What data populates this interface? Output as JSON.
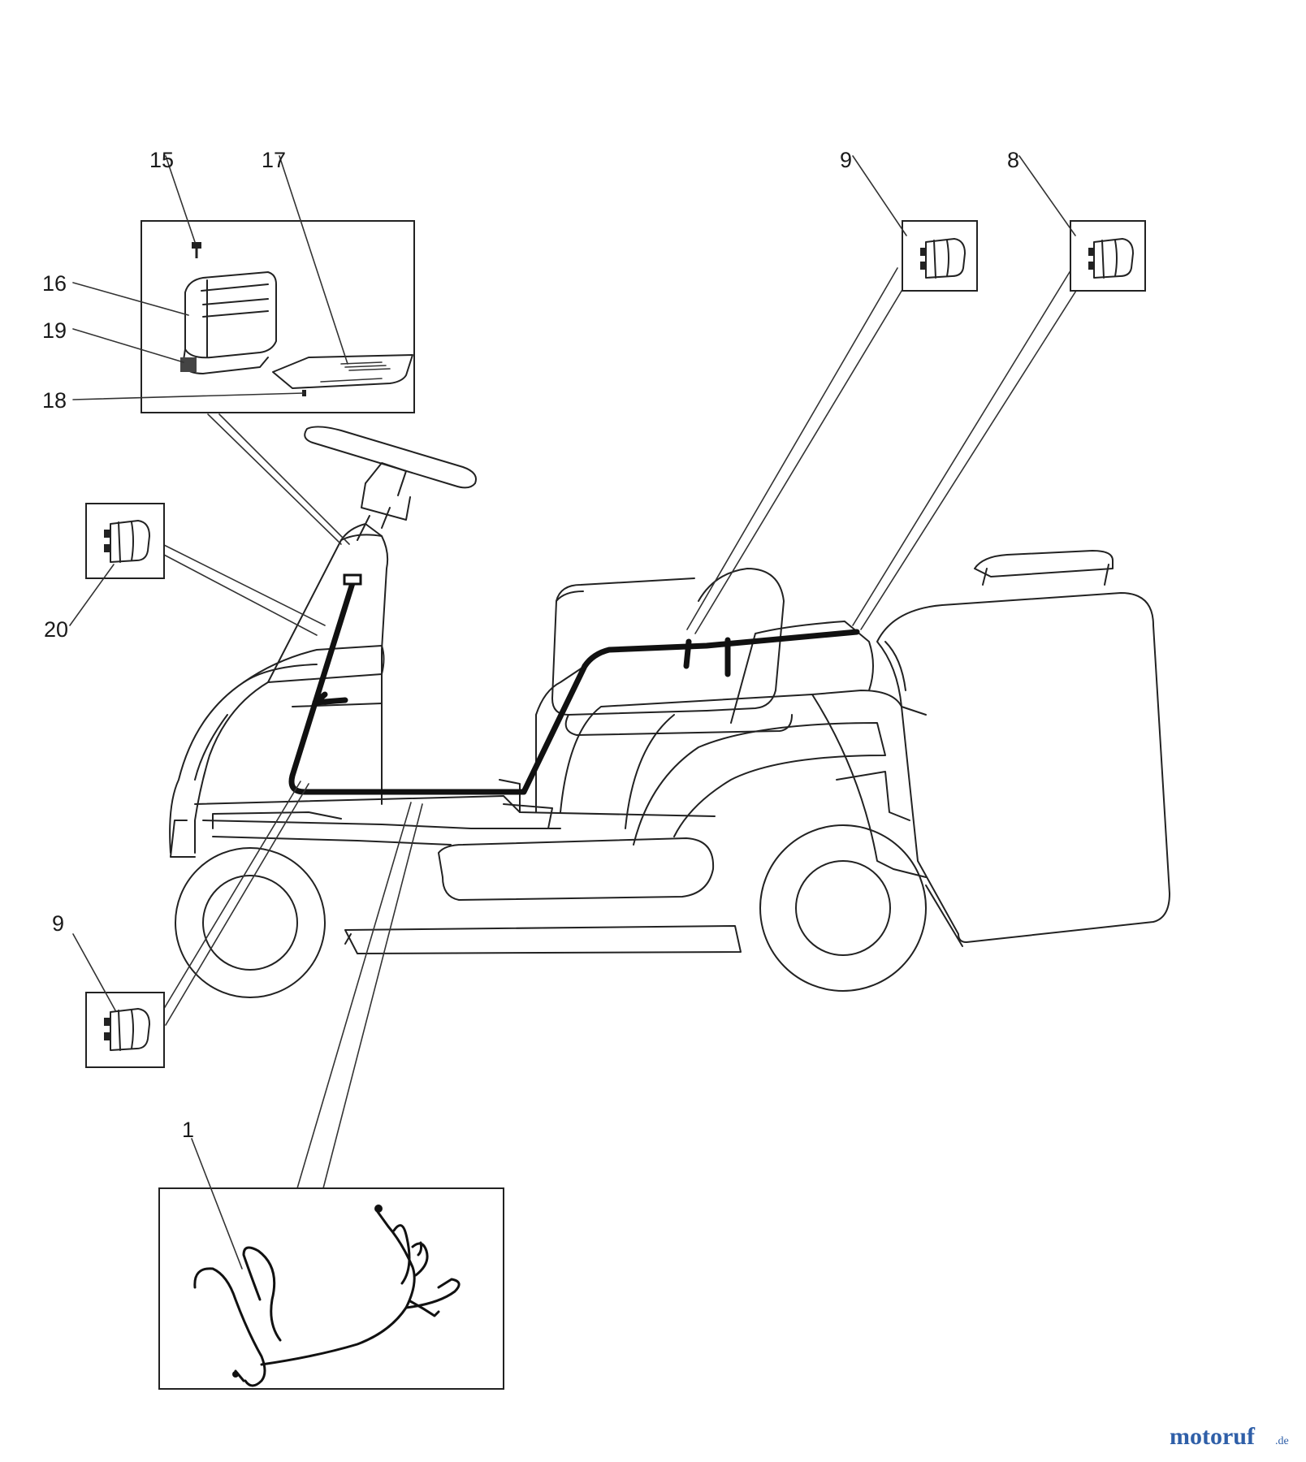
{
  "callouts": {
    "c15": "15",
    "c17": "17",
    "c16": "16",
    "c19": "19",
    "c18": "18",
    "c9_top": "9",
    "c8": "8",
    "c20": "20",
    "c9_left": "9",
    "c1": "1"
  },
  "watermark": {
    "text": "motoruf",
    "suffix": ".de",
    "color": "#2f5fa8"
  },
  "icons": [
    "switch-connector-icon",
    "control-module-icon",
    "circuit-board-icon",
    "wiring-harness-icon",
    "screw-icon"
  ]
}
